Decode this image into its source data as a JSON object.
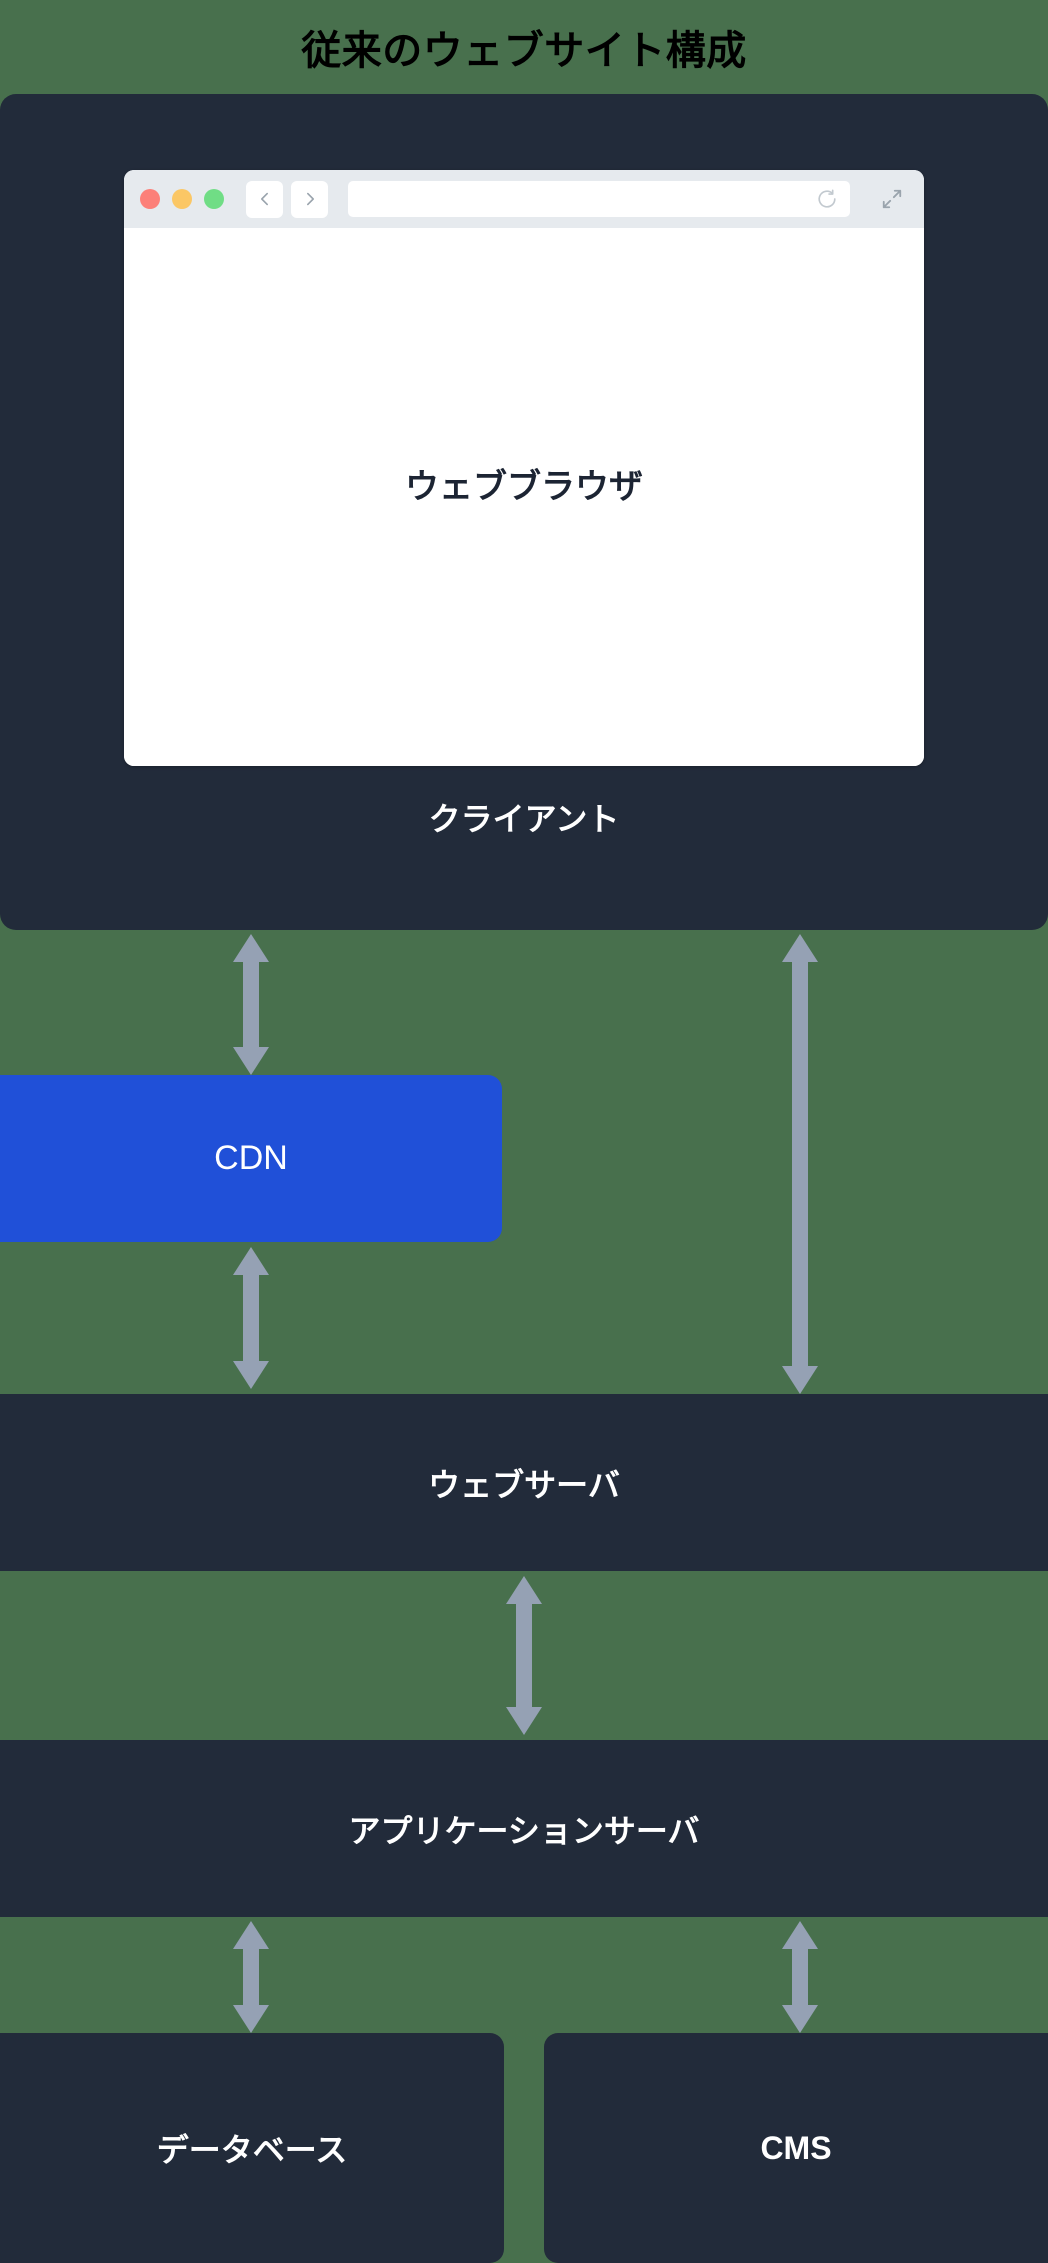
{
  "title": "従来のウェブサイト構成",
  "colors": {
    "background": "#48704d",
    "node": "#222b3a",
    "accent_cdn": "#2050d8",
    "arrow": "#95a1b4",
    "browser_chrome": "#e6eaee",
    "title_text": "#000000",
    "node_text": "#ffffff"
  },
  "client": {
    "label": "クライアント",
    "browser": {
      "label": "ウェブブラウザ",
      "url_value": "",
      "url_placeholder": "",
      "traffic_lights": [
        "close-red",
        "minimize-yellow",
        "maximize-green"
      ],
      "icons": {
        "back": "chevron-left-icon",
        "forward": "chevron-right-icon",
        "reload": "reload-icon",
        "expand": "expand-icon"
      }
    }
  },
  "nodes": {
    "cdn": {
      "label": "CDN"
    },
    "web_server": {
      "label": "ウェブサーバ"
    },
    "app_server": {
      "label": "アプリケーションサーバ"
    },
    "database": {
      "label": "データベース"
    },
    "cms": {
      "label": "CMS"
    }
  },
  "connections": [
    {
      "name": "client-cdn",
      "from": "client",
      "to": "cdn",
      "direction": "bidirectional"
    },
    {
      "name": "client-web-server",
      "from": "client",
      "to": "web_server",
      "direction": "bidirectional"
    },
    {
      "name": "cdn-web-server",
      "from": "cdn",
      "to": "web_server",
      "direction": "bidirectional"
    },
    {
      "name": "web-server-app-server",
      "from": "web_server",
      "to": "app_server",
      "direction": "bidirectional"
    },
    {
      "name": "app-server-database",
      "from": "app_server",
      "to": "database",
      "direction": "bidirectional"
    },
    {
      "name": "app-server-cms",
      "from": "app_server",
      "to": "cms",
      "direction": "bidirectional"
    }
  ]
}
